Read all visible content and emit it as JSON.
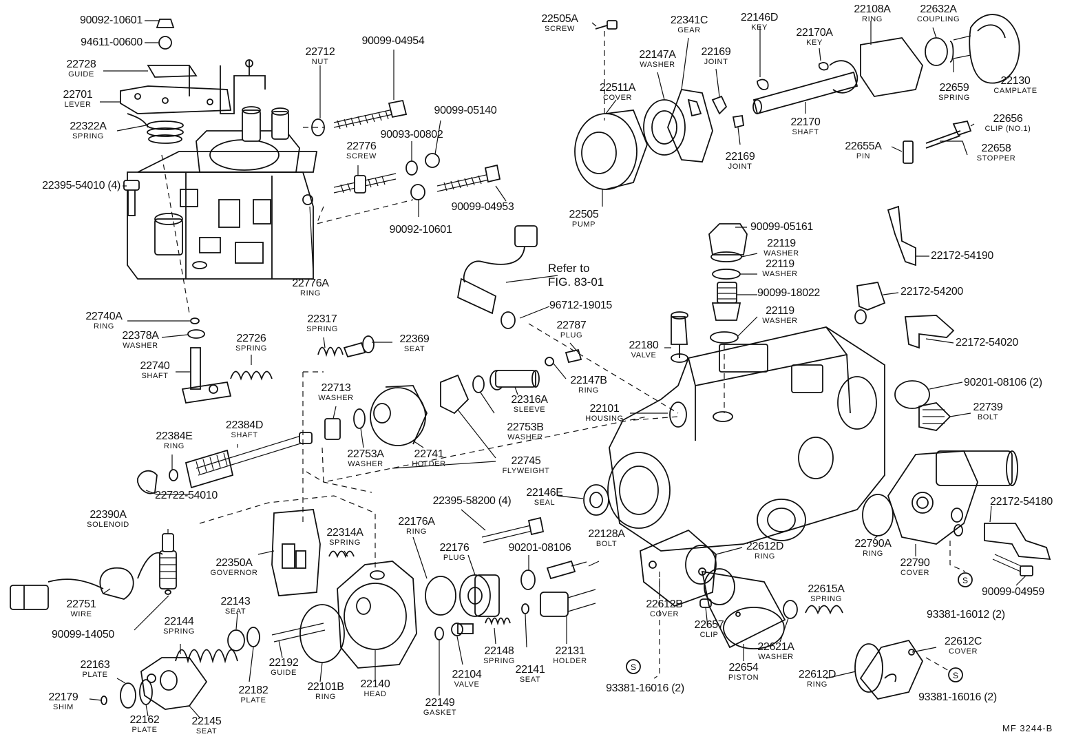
{
  "diagram": {
    "reference": {
      "line1": "Refer to",
      "line2": "FIG. 83-01"
    },
    "code": "MF  3244-B",
    "callouts": [
      {
        "id": "c01",
        "number": "90092-10601",
        "name": ""
      },
      {
        "id": "c02",
        "number": "94611-00600",
        "name": ""
      },
      {
        "id": "c03",
        "number": "22728",
        "name": "GUIDE"
      },
      {
        "id": "c04",
        "number": "22701",
        "name": "LEVER"
      },
      {
        "id": "c05",
        "number": "22322A",
        "name": "SPRING"
      },
      {
        "id": "c06",
        "number": "22395-54010 (4)",
        "name": ""
      },
      {
        "id": "c07",
        "number": "22712",
        "name": "NUT"
      },
      {
        "id": "c08",
        "number": "90099-04954",
        "name": ""
      },
      {
        "id": "c09",
        "number": "22776",
        "name": "SCREW"
      },
      {
        "id": "c10",
        "number": "90093-00802",
        "name": ""
      },
      {
        "id": "c11",
        "number": "90099-05140",
        "name": ""
      },
      {
        "id": "c12",
        "number": "90099-04953",
        "name": ""
      },
      {
        "id": "c13",
        "number": "90092-10601",
        "name": ""
      },
      {
        "id": "c14",
        "number": "22776A",
        "name": "RING"
      },
      {
        "id": "c15",
        "number": "22740A",
        "name": "RING"
      },
      {
        "id": "c16",
        "number": "22378A",
        "name": "WASHER"
      },
      {
        "id": "c17",
        "number": "22740",
        "name": "SHAFT"
      },
      {
        "id": "c18",
        "number": "22726",
        "name": "SPRING"
      },
      {
        "id": "c19",
        "number": "22317",
        "name": "SPRING"
      },
      {
        "id": "c20",
        "number": "22369",
        "name": "SEAT"
      },
      {
        "id": "c21",
        "number": "22384E",
        "name": "RING"
      },
      {
        "id": "c22",
        "number": "22384D",
        "name": "SHAFT"
      },
      {
        "id": "c23",
        "number": "22713",
        "name": "WASHER"
      },
      {
        "id": "c24",
        "number": "22753A",
        "name": "WASHER"
      },
      {
        "id": "c25",
        "number": "22741",
        "name": "HOLDER"
      },
      {
        "id": "c26",
        "number": "22722-54010",
        "name": ""
      },
      {
        "id": "c27",
        "number": "22745",
        "name": "FLYWEIGHT"
      },
      {
        "id": "c28",
        "number": "22753B",
        "name": "WASHER"
      },
      {
        "id": "c29",
        "number": "22316A",
        "name": "SLEEVE"
      },
      {
        "id": "c30",
        "number": "22390A",
        "name": "SOLENOID"
      },
      {
        "id": "c31",
        "number": "22751",
        "name": "WIRE"
      },
      {
        "id": "c32",
        "number": "90099-14050",
        "name": ""
      },
      {
        "id": "c33",
        "number": "22350A",
        "name": "GOVERNOR"
      },
      {
        "id": "c34",
        "number": "22314A",
        "name": "SPRING"
      },
      {
        "id": "c35",
        "number": "22176A",
        "name": "RING"
      },
      {
        "id": "c36",
        "number": "22395-58200 (4)",
        "name": ""
      },
      {
        "id": "c37",
        "number": "22176",
        "name": "PLUG"
      },
      {
        "id": "c38",
        "number": "90201-08106",
        "name": ""
      },
      {
        "id": "c39",
        "number": "22143",
        "name": "SEAT"
      },
      {
        "id": "c40",
        "number": "22144",
        "name": "SPRING"
      },
      {
        "id": "c41",
        "number": "22163",
        "name": "PLATE"
      },
      {
        "id": "c42",
        "number": "22179",
        "name": "SHIM"
      },
      {
        "id": "c43",
        "number": "22162",
        "name": "PLATE"
      },
      {
        "id": "c44",
        "number": "22145",
        "name": "SEAT"
      },
      {
        "id": "c45",
        "number": "22182",
        "name": "PLATE"
      },
      {
        "id": "c46",
        "number": "22192",
        "name": "GUIDE"
      },
      {
        "id": "c47",
        "number": "22101B",
        "name": "RING"
      },
      {
        "id": "c48",
        "number": "22140",
        "name": "HEAD"
      },
      {
        "id": "c49",
        "number": "22149",
        "name": "GASKET"
      },
      {
        "id": "c50",
        "number": "22104",
        "name": "VALVE"
      },
      {
        "id": "c51",
        "number": "22148",
        "name": "SPRING"
      },
      {
        "id": "c52",
        "number": "22141",
        "name": "SEAT"
      },
      {
        "id": "c53",
        "number": "22131",
        "name": "HOLDER"
      },
      {
        "id": "c54",
        "number": "22128A",
        "name": "BOLT"
      },
      {
        "id": "c55",
        "number": "22146E",
        "name": "SEAL"
      },
      {
        "id": "c56",
        "number": "22505A",
        "name": "SCREW"
      },
      {
        "id": "c57",
        "number": "22341C",
        "name": "GEAR"
      },
      {
        "id": "c58",
        "number": "22146D",
        "name": "KEY"
      },
      {
        "id": "c59",
        "number": "22147A",
        "name": "WASHER"
      },
      {
        "id": "c60",
        "number": "22511A",
        "name": "COVER"
      },
      {
        "id": "c61",
        "number": "22169",
        "name": "JOINT"
      },
      {
        "id": "c62",
        "number": "22169",
        "name": "JOINT"
      },
      {
        "id": "c63",
        "number": "22505",
        "name": "PUMP"
      },
      {
        "id": "c64",
        "number": "22170A",
        "name": "KEY"
      },
      {
        "id": "c65",
        "number": "22108A",
        "name": "RING"
      },
      {
        "id": "c66",
        "number": "22632A",
        "name": "COUPLING"
      },
      {
        "id": "c67",
        "number": "22659",
        "name": "SPRING"
      },
      {
        "id": "c68",
        "number": "22130",
        "name": "CAMPLATE"
      },
      {
        "id": "c69",
        "number": "22170",
        "name": "SHAFT"
      },
      {
        "id": "c70",
        "number": "22656",
        "name": "CLIP (NO.1)"
      },
      {
        "id": "c71",
        "number": "22655A",
        "name": "PIN"
      },
      {
        "id": "c72",
        "number": "22658",
        "name": "STOPPER"
      },
      {
        "id": "c73",
        "number": "90099-05161",
        "name": ""
      },
      {
        "id": "c74",
        "number": "22119",
        "name": "WASHER"
      },
      {
        "id": "c75",
        "number": "22119",
        "name": "WASHER"
      },
      {
        "id": "c76",
        "number": "90099-18022",
        "name": ""
      },
      {
        "id": "c77",
        "number": "22119",
        "name": "WASHER"
      },
      {
        "id": "c78",
        "number": "96712-19015",
        "name": ""
      },
      {
        "id": "c79",
        "number": "22787",
        "name": "PLUG"
      },
      {
        "id": "c80",
        "number": "22147B",
        "name": "RING"
      },
      {
        "id": "c81",
        "number": "22180",
        "name": "VALVE"
      },
      {
        "id": "c82",
        "number": "22101",
        "name": "HOUSING"
      },
      {
        "id": "c83",
        "number": "22172-54190",
        "name": ""
      },
      {
        "id": "c84",
        "number": "22172-54200",
        "name": ""
      },
      {
        "id": "c85",
        "number": "22172-54020",
        "name": ""
      },
      {
        "id": "c86",
        "number": "90201-08106 (2)",
        "name": ""
      },
      {
        "id": "c87",
        "number": "22739",
        "name": "BOLT"
      },
      {
        "id": "c88",
        "number": "22172-54180",
        "name": ""
      },
      {
        "id": "c89",
        "number": "22790A",
        "name": "RING"
      },
      {
        "id": "c90",
        "number": "22790",
        "name": "COVER"
      },
      {
        "id": "c91",
        "number": "90099-04959",
        "name": ""
      },
      {
        "id": "c92",
        "number": "93381-16012 (2)",
        "name": ""
      },
      {
        "id": "c93",
        "number": "22612D",
        "name": "RING"
      },
      {
        "id": "c94",
        "number": "22612B",
        "name": "COVER"
      },
      {
        "id": "c95",
        "number": "22657",
        "name": "CLIP"
      },
      {
        "id": "c96",
        "number": "22654",
        "name": "PISTON"
      },
      {
        "id": "c97",
        "number": "22615A",
        "name": "SPRING"
      },
      {
        "id": "c98",
        "number": "22621A",
        "name": "WASHER"
      },
      {
        "id": "c99",
        "number": "22612C",
        "name": "COVER"
      },
      {
        "id": "c100",
        "number": "22612D",
        "name": "RING"
      },
      {
        "id": "c101",
        "number": "93381-16016 (2)",
        "name": ""
      },
      {
        "id": "c102",
        "number": "93381-16016 (2)",
        "name": ""
      }
    ]
  }
}
